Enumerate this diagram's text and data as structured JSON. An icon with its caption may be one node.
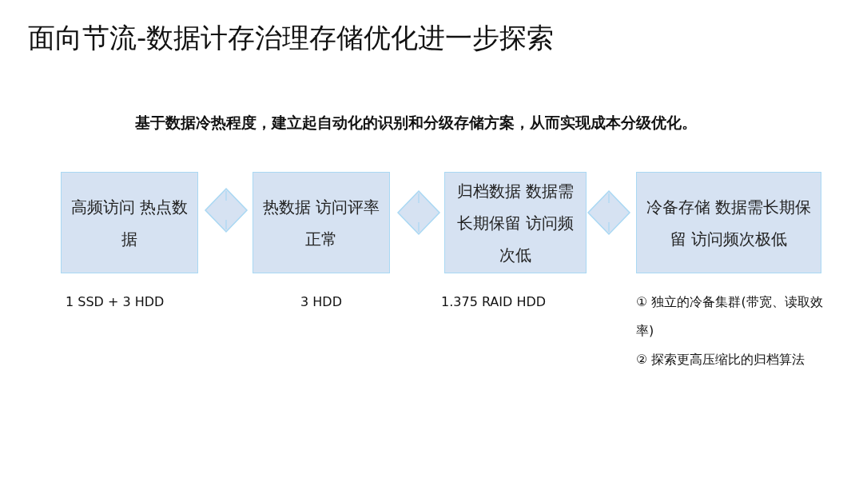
{
  "diagram": {
    "title": "面向节流-数据计存治理存储优化进一步探索",
    "nodes": [
      {
        "text": [
          "高频访问 热点数据"
        ],
        "beside": [
          "1 SSD + 3 HDD"
        ]
      },
      {
        "text": [],
        "shape": "diamond"
      },
      {
        "text": [
          "热数据 访问评率正常"
        ],
        "beside": [
          "3 HDD"
        ]
      },
      {
        "text": [],
        "shape": "diamond"
      },
      {
        "text": [
          "归档数据 数据需长期保留 访问频次低"
        ],
        "beside": [
          "1.375 RAID HDD"
        ]
      },
      {
        "text": [],
        "shape": "diamond"
      },
      {
        "text": [
          "冷备存储 数据需长期保留 访问频次极低"
        ],
        "beside": [
          "① 独立的冷备集群(带宽、读取效率)",
          "② 探索更高压缩比的归档算法"
        ]
      }
    ],
    "labels": [
      "基于数据冷热程度，建立起自动化的识别和分级存储方案，从而实现成本分级优化。"
    ]
  }
}
